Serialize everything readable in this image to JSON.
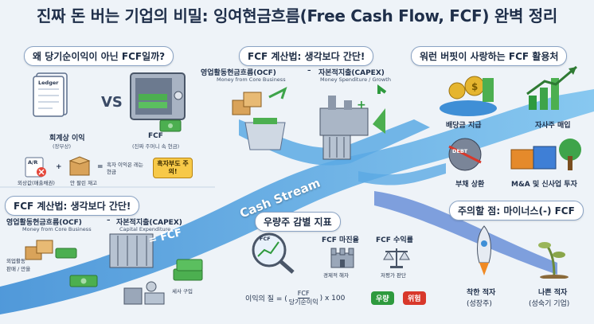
{
  "title": "진짜 돈 버는 기업의 비밀: 잉여현금흐름(Free Cash Flow, FCF) 완벽 정리",
  "section_why": {
    "header": "왜 당기순이익이 아닌 FCF일까?",
    "vs": "VS",
    "ledger_tag": "Ledger",
    "accounting_profit": "회계상 이익",
    "accounting_profit_sub": "(장부상)",
    "ar_tag": "A/R",
    "plus": "+",
    "equals": "=",
    "receivable": "외상값(매출채권)",
    "inventory": "안 팔린 재고",
    "not_cash": "흑자 이익은 레는 현금",
    "fcf": "FCF",
    "fcf_sub": "(진짜 주머니 속 현금)",
    "warning": "흑자부도 주의!"
  },
  "section_calc_top": {
    "header": "FCF 계산법: 생각보다 간단!",
    "ocf": "영업활동현금흐름(OCF)",
    "ocf_sub": "Money from Core Business",
    "minus": "–",
    "capex": "자본적지출(CAPEX)",
    "capex_sub": "Money Spenditure / Growth"
  },
  "section_calc_bottom": {
    "header": "FCF 계산법: 생각보다 간단!",
    "ocf": "영업활동현금흐름(OCF)",
    "ocf_sub": "Money from Core Business",
    "minus": "–",
    "capex": "자본적지출(CAPEX)",
    "capex_sub": "Capital Expenditure",
    "ops_label_1": "외업활동",
    "ops_label_2": "판매 / 만을",
    "equipment": "세사 구입",
    "fcf_gate": "= FCF"
  },
  "stream_label": "Cash Stream",
  "section_buffett": {
    "header": "워런 버핏이 사랑하는 FCF 활용처",
    "dividend": "배당금 지급",
    "buyback": "자사주 매입",
    "debt_tag": "DEBT",
    "debt": "부채 상환",
    "ma": "M&A 및 신사업 투자"
  },
  "section_quality": {
    "header": "우량주 감별 지표",
    "magnifier_tag": "FCF",
    "margin": "FCF 마진율",
    "margin_sub": "경제적 해자",
    "yield": "FCF 수익률",
    "yield_sub": "저평가 판단",
    "formula_prefix": "이익의 질 = (",
    "formula_num": "FCF",
    "formula_den": "당기순이익",
    "formula_suffix": ") x 100",
    "good": "우량",
    "risk": "위험"
  },
  "section_negative": {
    "header": "주의할 점: 마이너스(-) FCF",
    "good_deficit": "착한 적자",
    "good_deficit_sub": "(성장주)",
    "bad_deficit": "나쁜 적자",
    "bad_deficit_sub": "(성숙기 기업)"
  },
  "colors": {
    "stream": "#4da3e0",
    "money": "#4caf50",
    "good": "#2e9a3e",
    "risk": "#d8382b"
  }
}
